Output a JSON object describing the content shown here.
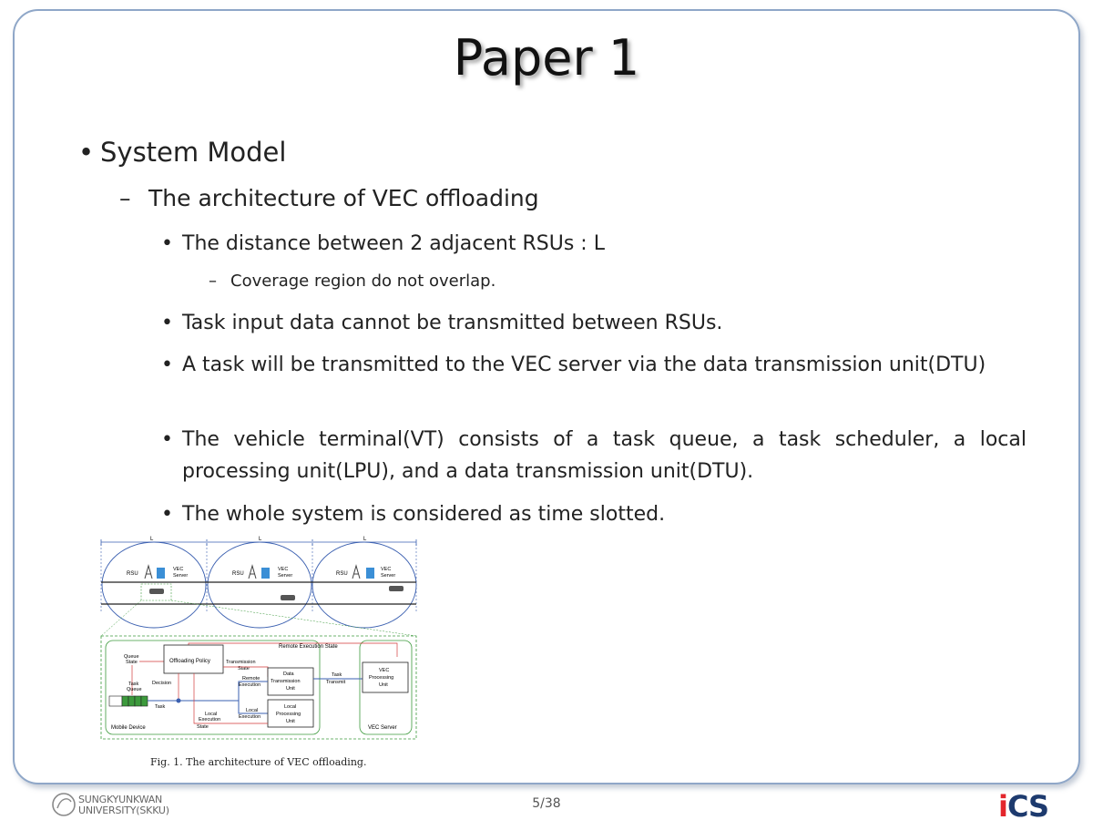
{
  "slide": {
    "title": "Paper 1",
    "page_number": "5/38"
  },
  "bullets": {
    "level1": "System Model",
    "level2": "The architecture of VEC offloading",
    "items": [
      "The distance between 2 adjacent RSUs : L",
      "Coverage region do not overlap.",
      "Task input data cannot be transmitted between RSUs.",
      "A task will be transmitted to the VEC server via the data transmission unit(DTU)",
      "The vehicle terminal(VT) consists of a task queue, a task scheduler, a local processing unit(LPU), and a data transmission unit(DTU).",
      "The whole system is considered as time slotted."
    ]
  },
  "figure": {
    "caption": "Fig. 1.  The architecture of VEC offloading.",
    "labels": {
      "L": "L",
      "rsu": "RSU",
      "vec_server_1": "VEC",
      "vec_server_2": "Server",
      "remote_exec_state": "Remote Execution State",
      "queue_state_1": "Queue",
      "queue_state_2": "State",
      "offloading_policy": "Offloading Policy",
      "transmission_state_1": "Transmission",
      "transmission_state_2": "State",
      "task_queue_1": "Task",
      "task_queue_2": "Queue",
      "decision": "Decision",
      "remote_execution_1": "Remote",
      "remote_execution_2": "Execution",
      "dtu_1": "Data",
      "dtu_2": "Transmission",
      "dtu_3": "Unit",
      "task_transmit_1": "Task",
      "task_transmit_2": "Transmit",
      "vpu_1": "VEC",
      "vpu_2": "Processing",
      "vpu_3": "Unit",
      "task": "Task",
      "local_execution_1": "Local",
      "local_execution_2": "Execution",
      "lpu_1": "Local",
      "lpu_2": "Processing",
      "lpu_3": "Unit",
      "local_exec_state_1": "Local",
      "local_exec_state_2": "Execution",
      "local_exec_state_3": "State",
      "mobile_device": "Mobile Device",
      "vec_server_label": "VEC Server"
    }
  },
  "footer": {
    "university_line1": "SUNGKYUNKWAN",
    "university_line2": "UNIVERSITY(SKKU)",
    "ics_i": "i",
    "ics_c": "C",
    "ics_s": "S"
  },
  "colors": {
    "frame_border": "#8fa7c8",
    "ics_i": "#e3262c",
    "ics_cs": "#1d3a6e",
    "diagram_green": "#3c9a3c",
    "diagram_blue": "#3a5fb0",
    "diagram_red": "#d23a3a"
  }
}
